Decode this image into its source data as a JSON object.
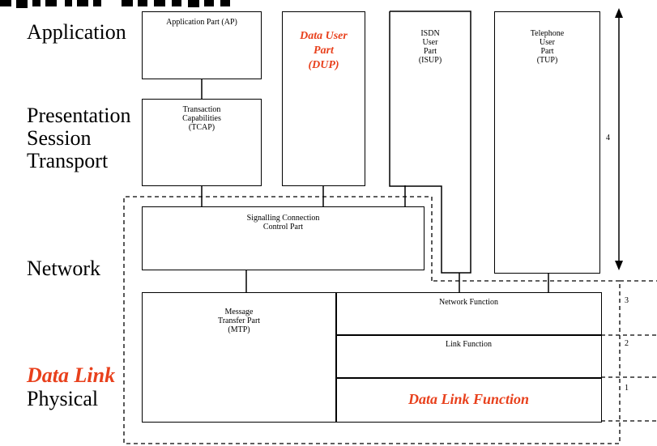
{
  "layers": {
    "application": "Application",
    "presentation": "Presentation",
    "session": "Session",
    "transport": "Transport",
    "network": "Network",
    "data_link": "Data Link",
    "physical": "Physical"
  },
  "boxes": {
    "ap": "Application Part (AP)",
    "dup_line1": "Data User",
    "dup_line2": "Part",
    "dup_line3": "(DUP)",
    "isup_line1": "ISDN",
    "isup_line2": "User",
    "isup_line3": "Part",
    "isup_line4": "(ISUP)",
    "tup_line1": "Telephone",
    "tup_line2": "User",
    "tup_line3": "Part",
    "tup_line4": "(TUP)",
    "tcap_line1": "Transaction",
    "tcap_line2": "Capabilities",
    "tcap_line3": "(TCAP)",
    "sccp_line1": "Signalling Connection",
    "sccp_line2": "Control Part",
    "mtp_line1": "Message",
    "mtp_line2": "Transfer Part",
    "mtp_line3": "(MTP)",
    "network_function": "Network Function",
    "link_function": "Link Function",
    "data_link_function": "Data Link Function"
  },
  "levels": {
    "level4": "4",
    "level3": "3",
    "level2": "2",
    "level1": "1"
  },
  "colors": {
    "accent_red": "#e8401c"
  }
}
